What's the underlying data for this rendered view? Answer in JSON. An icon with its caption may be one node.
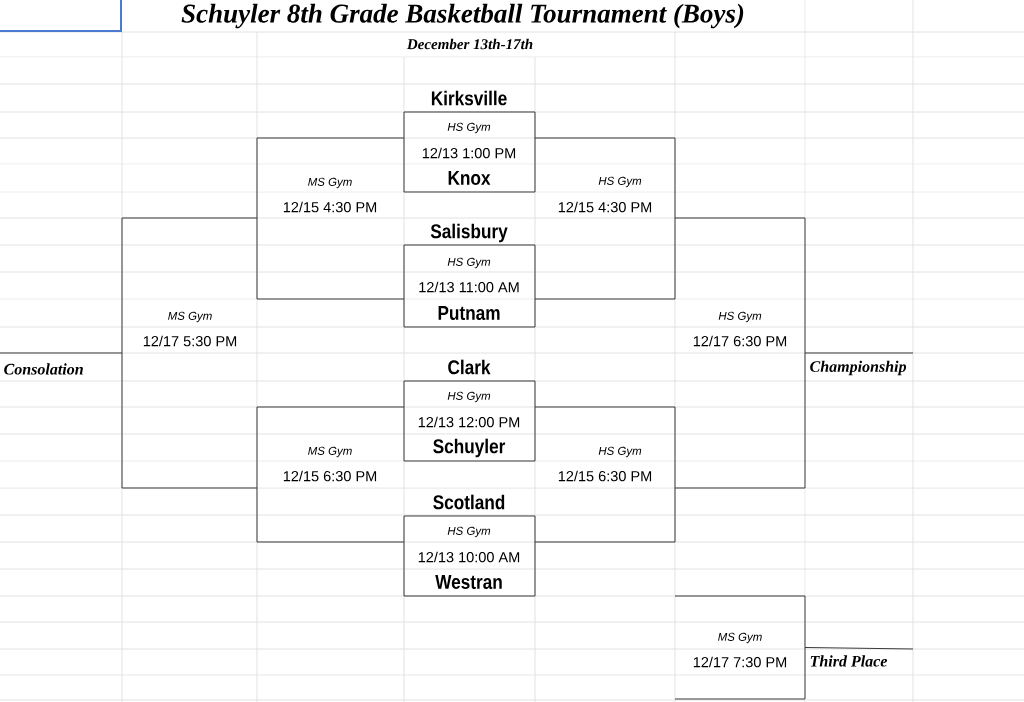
{
  "diagram": {
    "title": "Schuyler 8th Grade Basketball Tournament (Boys)",
    "nodes": [
      {
        "text": [
          "Kirksville",
          "HS Gym",
          "12/13 1:00 PM",
          "Knox"
        ]
      },
      {
        "text": [
          "Salisbury",
          "HS Gym",
          "12/13 11:00 AM",
          "Putnam"
        ]
      },
      {
        "text": [
          "Clark",
          "HS Gym",
          "12/13 12:00 PM",
          "Schuyler"
        ]
      },
      {
        "text": [
          "Scotland",
          "HS Gym",
          "12/13 10:00 AM",
          "Westran"
        ]
      },
      {
        "text": [
          "MS Gym",
          "12/15 4:30 PM"
        ]
      },
      {
        "text": [
          "MS Gym",
          "12/15 6:30 PM"
        ]
      },
      {
        "text": [
          "HS Gym",
          "12/15 4:30 PM"
        ]
      },
      {
        "text": [
          "HS Gym",
          "12/15 6:30 PM"
        ]
      },
      {
        "text": [
          "MS Gym",
          "12/17 5:30 PM"
        ]
      },
      {
        "text": [
          "HS Gym",
          "12/17 6:30 PM"
        ]
      },
      {
        "text": [
          "MS Gym",
          "12/17 7:30 PM"
        ]
      }
    ],
    "edges": [
      {
        "from": 8,
        "to": null,
        "arrow": "none",
        "label": "Consolation"
      },
      {
        "from": 9,
        "to": null,
        "arrow": "none",
        "label": "Championship"
      },
      {
        "from": 10,
        "to": null,
        "arrow": "none",
        "label": "Third Place"
      }
    ],
    "labels": [
      "December 13th-17th"
    ]
  }
}
